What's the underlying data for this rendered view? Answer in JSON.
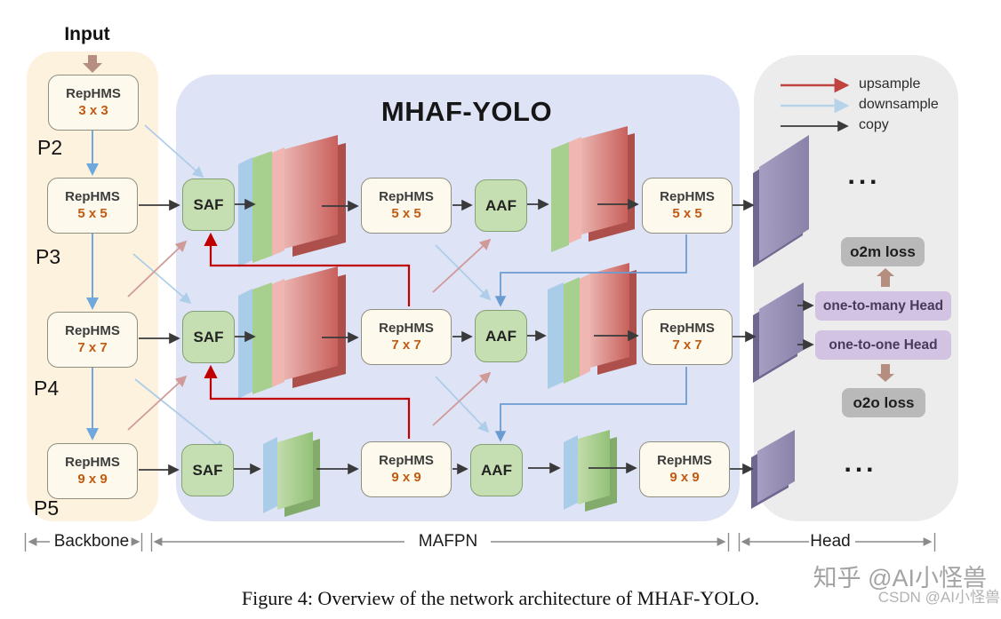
{
  "title": "MHAF-YOLO",
  "input_label": "Input",
  "backbone": {
    "section_label": "Backbone",
    "pyramid_labels": [
      "P2",
      "P3",
      "P4",
      "P5"
    ],
    "blocks": [
      {
        "name": "RepHMS",
        "kernel": "3 x 3"
      },
      {
        "name": "RepHMS",
        "kernel": "5 x 5"
      },
      {
        "name": "RepHMS",
        "kernel": "7 x 7"
      },
      {
        "name": "RepHMS",
        "kernel": "9 x 9"
      }
    ]
  },
  "mafpn": {
    "section_label": "MAFPN",
    "rows": [
      {
        "saf": "SAF",
        "rephms1": "RepHMS",
        "kernel1": "5 x 5",
        "aaf": "AAF",
        "rephms2": "RepHMS",
        "kernel2": "5 x 5"
      },
      {
        "saf": "SAF",
        "rephms1": "RepHMS",
        "kernel1": "7 x 7",
        "aaf": "AAF",
        "rephms2": "RepHMS",
        "kernel2": "7 x 7"
      },
      {
        "saf": "SAF",
        "rephms1": "RepHMS",
        "kernel1": "9 x 9",
        "aaf": "AAF",
        "rephms2": "RepHMS",
        "kernel2": "9 x 9"
      }
    ]
  },
  "head": {
    "section_label": "Head",
    "legend": [
      {
        "label": "upsample",
        "color": "#bf4340"
      },
      {
        "label": "downsample",
        "color": "#b7d3ea"
      },
      {
        "label": "copy",
        "color": "#3a3a3a"
      }
    ],
    "ellipsis": "...",
    "o2m_loss": "o2m loss",
    "one_to_many": "one-to-many Head",
    "one_to_one": "one-to-one Head",
    "o2o_loss": "o2o loss"
  },
  "caption": "Figure 4: Overview of the network architecture of MHAF-YOLO.",
  "watermarks": {
    "zhihu": "知乎 @AI小怪兽",
    "csdn": "CSDN @AI小怪兽"
  },
  "colors": {
    "upsample_red": "#c00000",
    "downsample_blue": "#aecde8",
    "copy_black": "#3a3a3a",
    "backbone_bg": "#fcf2dd",
    "mafpn_bg": "#dee3f6",
    "head_bg": "#ececec",
    "block_green": "#c5dfb2",
    "block_ivory": "#fdf9ec",
    "kernel_orange": "#c05a11",
    "head_purple": "#d2c3e2",
    "loss_gray": "#b9b9b9",
    "slab_purple": "#9b93b6",
    "rose_arrow": "#b58e7f"
  }
}
